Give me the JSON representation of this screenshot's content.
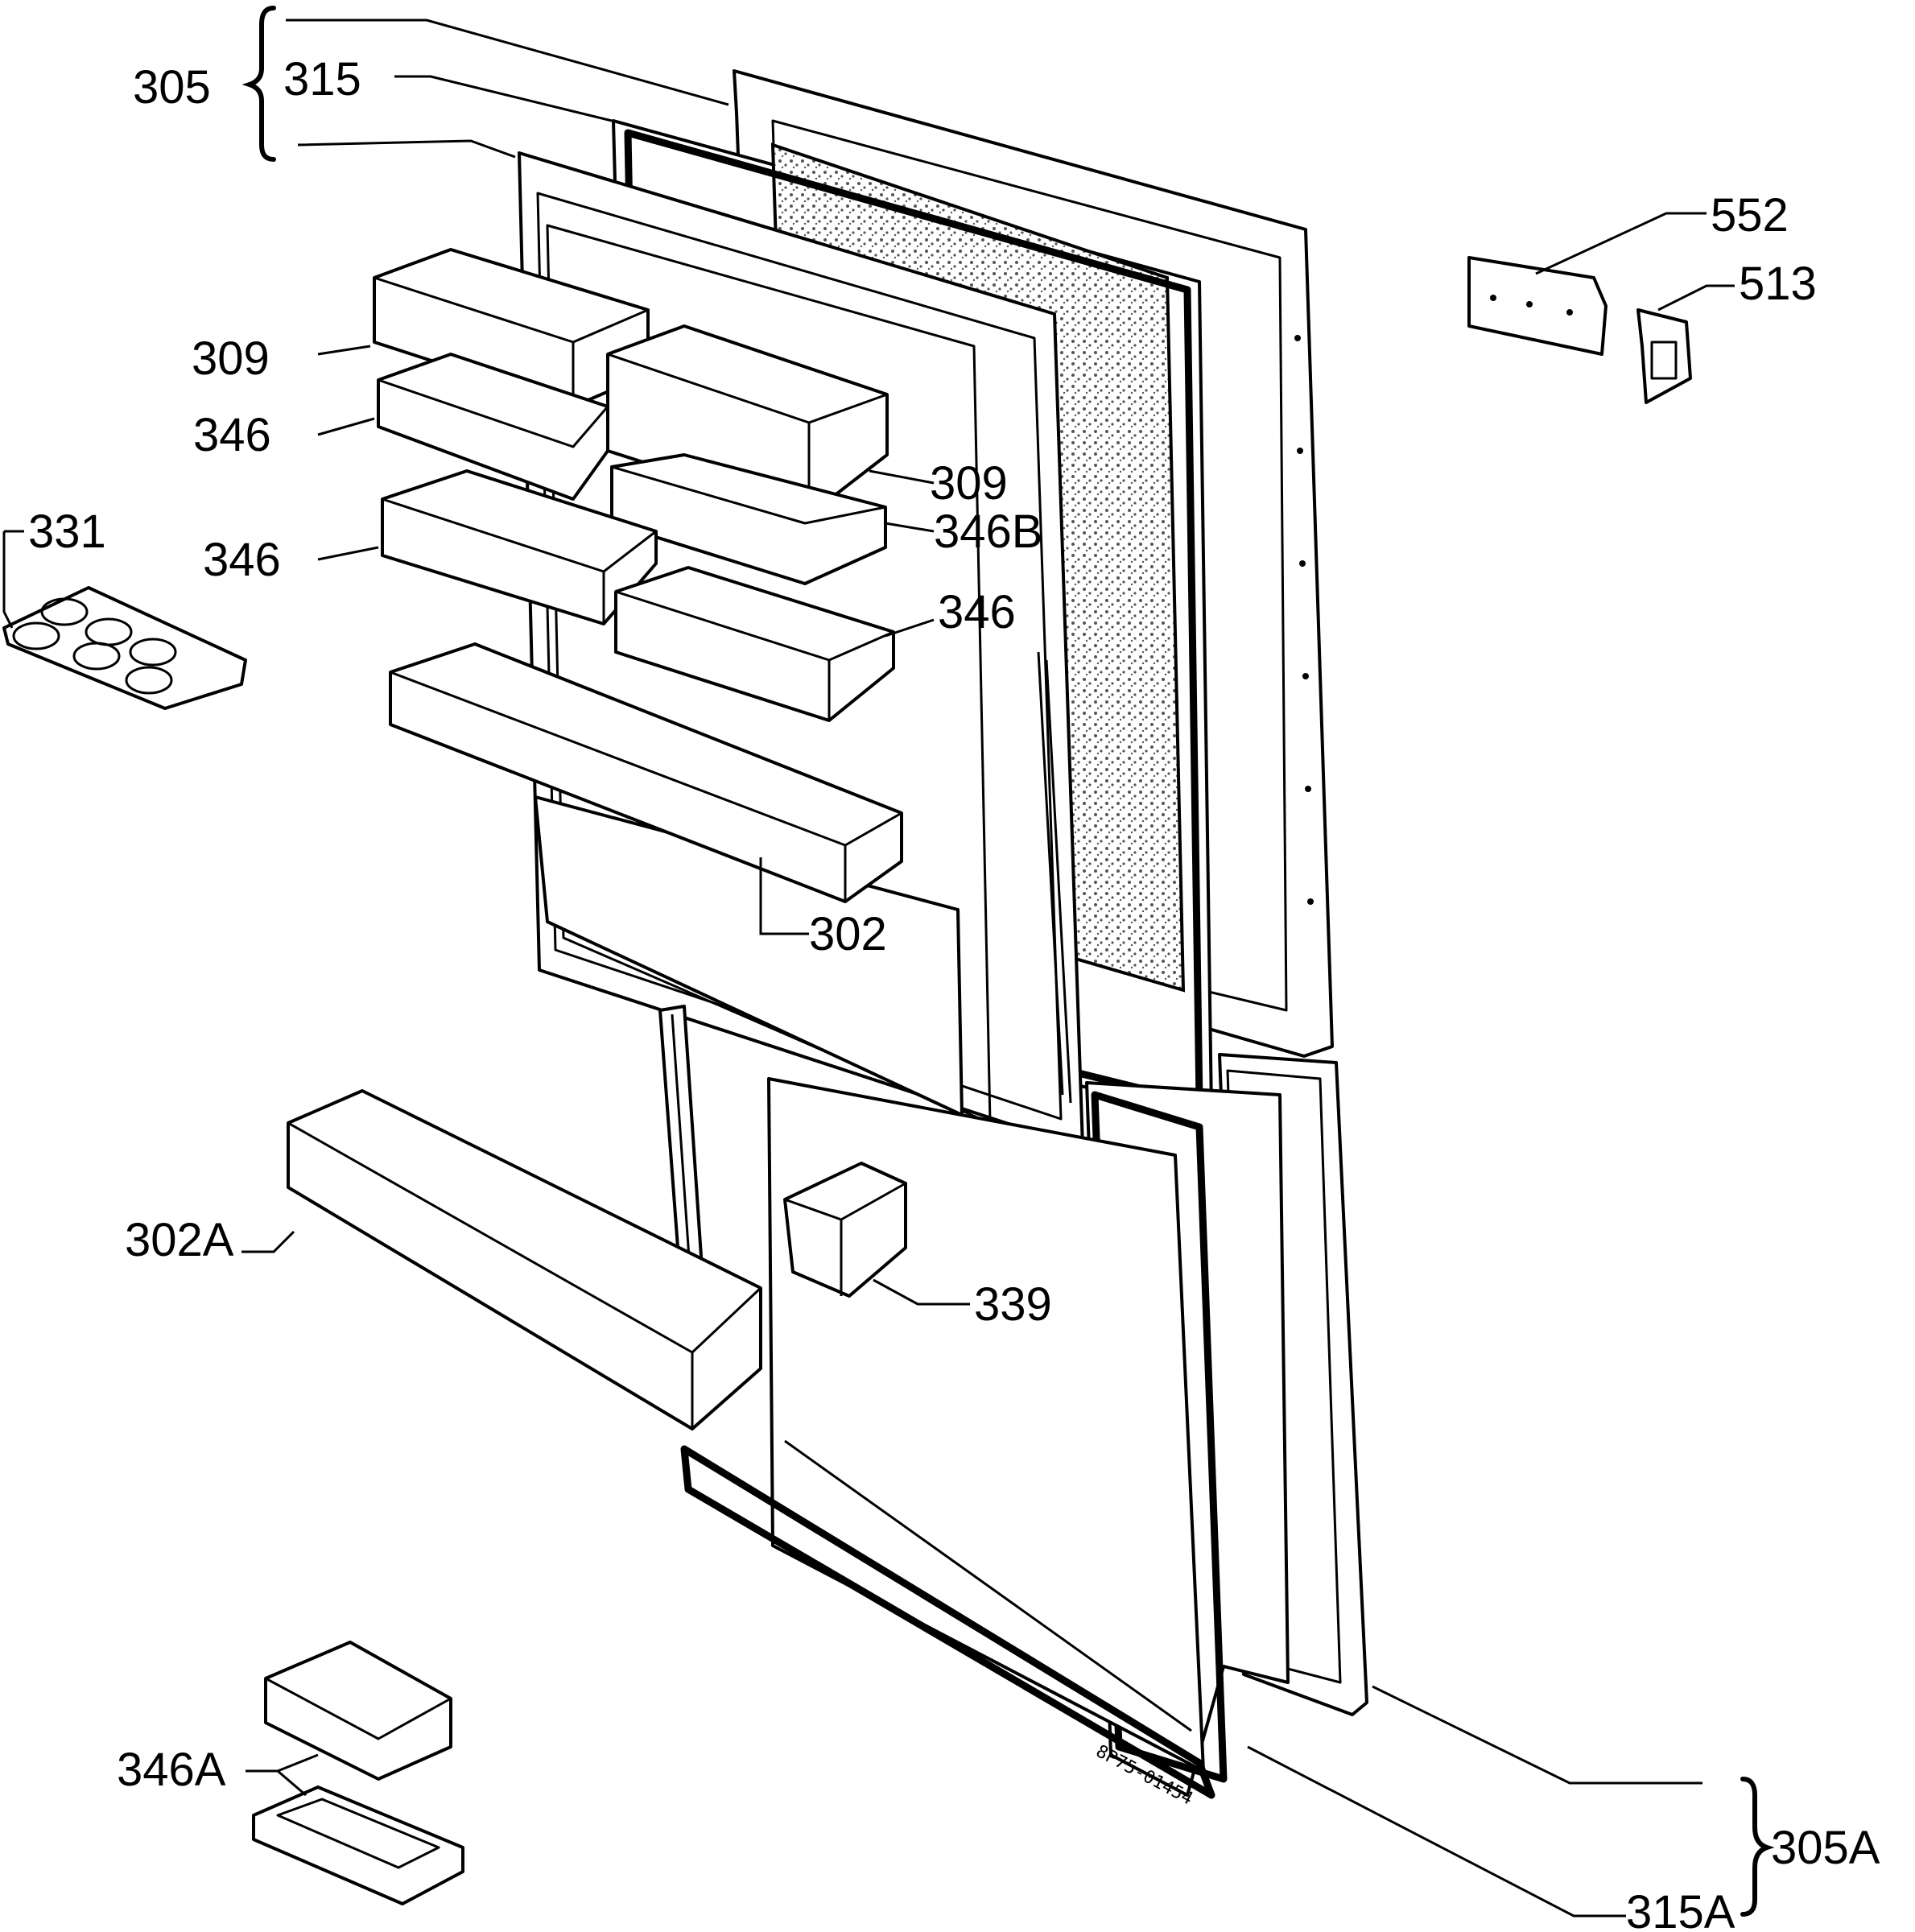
{
  "labels": {
    "l305": "305",
    "l315": "315",
    "l309a": "309",
    "l346a": "346",
    "l331": "331",
    "l346b": "346",
    "l309b": "309",
    "l346B": "346B",
    "l346c": "346",
    "l552": "552",
    "l513": "513",
    "l302": "302",
    "l302A": "302A",
    "l339": "339",
    "l346A": "346A",
    "l305A": "305A",
    "l315A": "315A"
  },
  "drawing_code": "8P75-01454"
}
